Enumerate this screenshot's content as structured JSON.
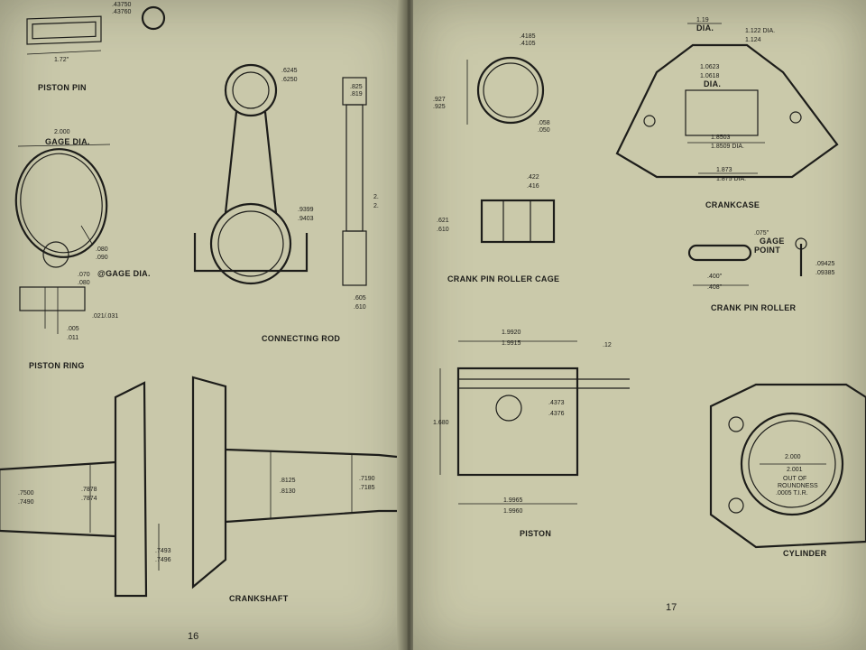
{
  "left_page": {
    "labels": {
      "piston_pin": "PISTON PIN",
      "piston_ring": "PISTON RING",
      "connecting_rod": "CONNECTING ROD",
      "crankshaft": "CRANKSHAFT"
    },
    "page_number": "16",
    "dims": {
      "pin_top_a": ".43750",
      "pin_top_b": ".43760",
      "pin_len": "1.72\"",
      "gage_dia_a": "2.000",
      "gage_dia_b": "GAGE DIA.",
      "ring_gap_a": ".080",
      "ring_gap_b": ".090",
      "ring_w_a": ".070",
      "ring_w_b": ".080",
      "ring_w_c": "@GAGE DIA.",
      "ring_s_a": ".005",
      "ring_s_b": ".011",
      "ring_t": ".021/.031",
      "rod_small_a": ".6245",
      "rod_small_b": ".6250",
      "rod_big_a": ".9399",
      "rod_big_b": ".9403",
      "rod_side_a": ".825",
      "rod_side_b": ".819",
      "rod_len_a": "2.",
      "rod_len_b": "2.",
      "rod_bot_a": ".605",
      "rod_bot_b": ".610",
      "crank_l_a": ".7500",
      "crank_l_b": ".7490",
      "crank_m_a": ".7878",
      "crank_m_b": ".7874",
      "crank_c_a": ".8125",
      "crank_c_b": ".8130",
      "crank_r_a": ".7190",
      "crank_r_b": ".7185",
      "crank_pin_a": ".7493",
      "crank_pin_b": ".7496"
    }
  },
  "right_page": {
    "labels": {
      "crank_pin_roller_cage": "CRANK PIN ROLLER CAGE",
      "crankcase": "CRANKCASE",
      "crank_pin_roller": "CRANK PIN ROLLER",
      "piston": "PISTON",
      "cylinder": "CYLINDER"
    },
    "page_number": "17",
    "dims": {
      "ring_a": ".4185",
      "ring_b": ".4105",
      "ring_h_a": ".927",
      "ring_h_b": ".925",
      "ring_gap_a": ".058",
      "ring_gap_b": ".050",
      "cage_w_a": ".422",
      "cage_w_b": ".416",
      "cage_h_a": ".621",
      "cage_h_b": ".610",
      "cc_top_a": "1.19",
      "cc_top_b": "DIA.",
      "cc_dia_a": "1.122 DIA.",
      "cc_dia_b": "1.124",
      "cc_in_a": "1.0623",
      "cc_in_b": "1.0618",
      "cc_in_c": "DIA.",
      "cc_mid_a": "1.8503",
      "cc_mid_b": "1.8509 DIA.",
      "cc_bot_a": "1.873",
      "cc_bot_b": "1.875 DIA.",
      "roller_gage_a": ".075\"",
      "roller_gage_b": "GAGE",
      "roller_gage_c": "POINT",
      "roller_len_a": ".400\"",
      "roller_len_b": ".408\"",
      "roller_d_a": ".09425",
      "roller_d_b": ".09385",
      "piston_top_a": "1.9920",
      "piston_top_b": "1.9915",
      "piston_h": "1.680",
      "piston_ring": ".12",
      "piston_pin_a": ".4373",
      "piston_pin_b": ".4376",
      "piston_bot_a": "1.9965",
      "piston_bot_b": "1.9960",
      "cyl_a": "2.000",
      "cyl_b": "2.001",
      "cyl_c": "OUT OF",
      "cyl_d": "ROUNDNESS",
      "cyl_e": ".0005 T.I.R."
    }
  }
}
